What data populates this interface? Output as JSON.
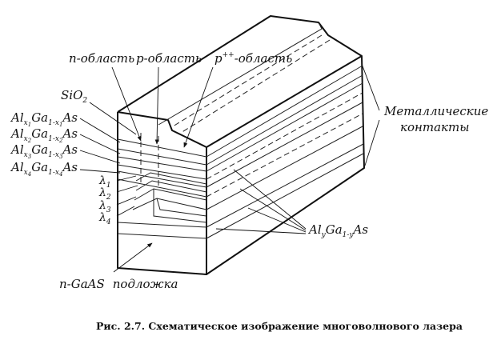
{
  "labels": {
    "n_region": "n-область",
    "p_region": "p-область",
    "pplus_region_base": "p",
    "pplus_region_sup": "++",
    "pplus_region_rest": "-область",
    "sio2_base": "SiO",
    "sio2_sub": "2",
    "metal_contacts_line1": "Металлические",
    "metal_contacts_line2": "контакты",
    "substrate_left": "n-GaAS",
    "substrate_right": "подложка",
    "al_y_alloy": {
      "a": "Al",
      "b": "y",
      "c": "Ga",
      "d": "1-y",
      "e": "As"
    }
  },
  "layers": [
    {
      "a": "Al",
      "sub1": "x",
      "subsub": "1",
      "b": "Ga",
      "sub2": "1-x",
      "subsub2": "1",
      "c": "As"
    },
    {
      "a": "Al",
      "sub1": "x",
      "subsub": "2",
      "b": "Ga",
      "sub2": "1-x",
      "subsub2": "2",
      "c": "As"
    },
    {
      "a": "Al",
      "sub1": "x",
      "subsub": "3",
      "b": "Ga",
      "sub2": "1-x",
      "subsub2": "3",
      "c": "As"
    },
    {
      "a": "Al",
      "sub1": "x",
      "subsub": "4",
      "b": "Ga",
      "sub2": "1-x",
      "subsub2": "4",
      "c": "As"
    }
  ],
  "wavelengths": [
    {
      "sym": "λ",
      "idx": "1"
    },
    {
      "sym": "λ",
      "idx": "2"
    },
    {
      "sym": "λ",
      "idx": "3"
    },
    {
      "sym": "λ",
      "idx": "4"
    }
  ],
  "caption": "Рис. 2.7. Схематическое изображение многоволнового лазера"
}
